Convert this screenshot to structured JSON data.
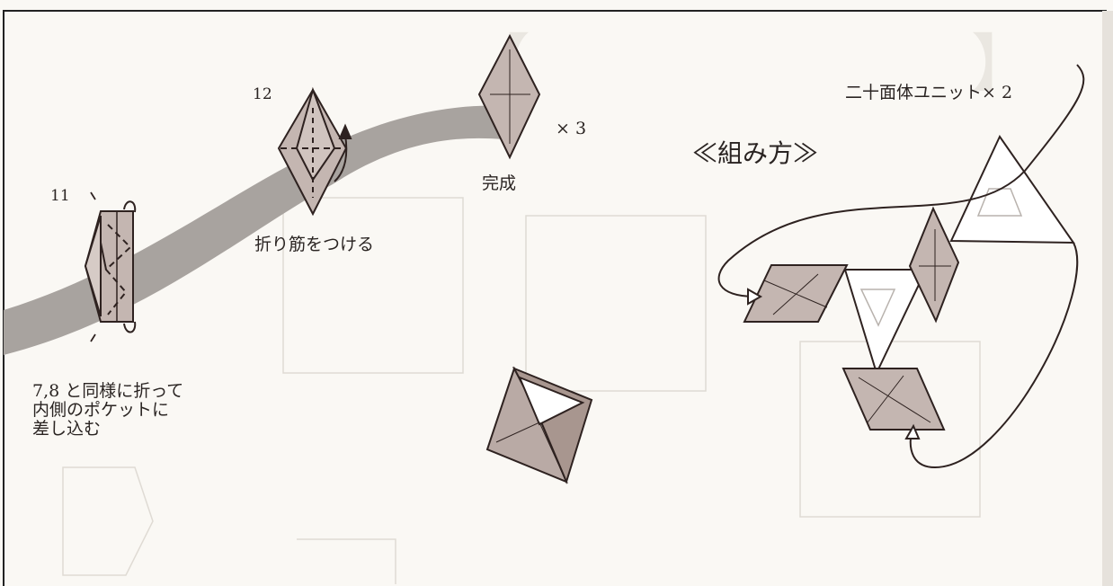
{
  "steps": {
    "step11": {
      "number": "11",
      "instruction_lines": [
        "7,8 と同様に折って",
        "内側のポケットに",
        "差し込む"
      ]
    },
    "step12": {
      "number": "12",
      "instruction": "折り筋をつける"
    },
    "finished": {
      "label": "完成",
      "multiplier": "× 3"
    }
  },
  "assembly": {
    "title": "≪組み方≫",
    "unit_label": "二十面体ユニット× 2"
  },
  "colors": {
    "paper_fill": "#c4b6b1",
    "stroke": "#2e2220",
    "band": "#a8a39f",
    "background": "#faf8f4"
  }
}
